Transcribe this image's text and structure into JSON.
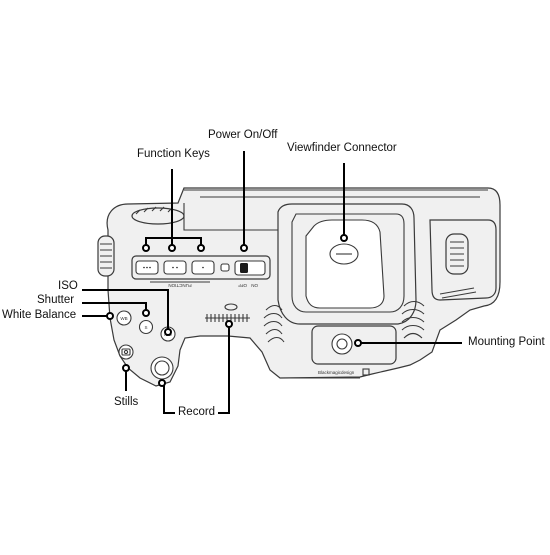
{
  "callouts": {
    "power": "Power On/Off",
    "function_keys": "Function Keys",
    "viewfinder": "Viewfinder Connector",
    "iso": "ISO",
    "shutter": "Shutter",
    "white_balance": "White Balance",
    "mounting_point": "Mounting Point",
    "stills": "Stills",
    "record": "Record"
  },
  "body_markings": {
    "function_label": "FUNCTION",
    "off_label": "OFF",
    "on_label": "ON",
    "wb_button": "WB",
    "shutter_button": "S",
    "iso_button": "ISO",
    "brand": "Blackmagicdesign"
  },
  "colors": {
    "body_fill": "#f0f0f0",
    "line": "#3a3a3a",
    "leader": "#000000"
  }
}
